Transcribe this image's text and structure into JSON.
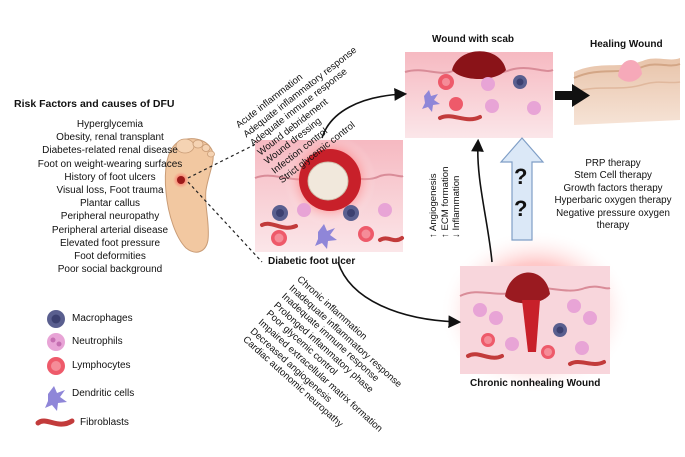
{
  "risk": {
    "title": "Risk Factors and causes of DFU",
    "items": [
      "Hyperglycemia",
      "Obesity, renal transplant",
      "Diabetes-related renal disease",
      "Foot on weight-wearing surfaces",
      "History of foot ulcers",
      "Visual loss, Foot trauma",
      "Plantar callus",
      "Peripheral neuropathy",
      "Peripheral arterial disease",
      "Elevated foot pressure",
      "Foot deformities",
      "Poor social background"
    ]
  },
  "legend": {
    "macrophages": "Macrophages",
    "neutrophils": "Neutrophils",
    "lymphocytes": "Lymphocytes",
    "dendritic": "Dendritic cells",
    "fibroblasts": "Fibroblasts"
  },
  "labels": {
    "diabetic_foot_ulcer": "Diabetic foot ulcer",
    "wound_with_scab": "Wound with scab",
    "healing_wound": "Healing Wound",
    "chronic_wound": "Chronic nonhealing Wound"
  },
  "healing_factors": [
    "Acute inflammation",
    "Adequate inflammatory response",
    "Adequate immune response",
    "Wound debridement",
    "Wound dressing",
    "Infection control",
    "Strict glycemic control"
  ],
  "chronic_factors": [
    "Chronic inflammation",
    "Inadequate inflammatory response",
    "Inadequate immune response",
    "Prolonged inflammatory phase",
    "Poor glycemic control",
    "Impaired extracellular matrix formation",
    "Decreased angiogenesis",
    "Cardiac autonomic neuropathy"
  ],
  "healing_process": [
    "↑ Angiogenesis",
    "↑ ECM formation",
    "↓ Inflammation"
  ],
  "question_marks": [
    "?",
    "?"
  ],
  "therapies": [
    "PRP therapy",
    "Stem Cell therapy",
    "Growth factors therapy",
    "Hyperbaric oxygen therapy",
    "Negative pressure oxygen therapy"
  ],
  "colors": {
    "macrophage": "#5a5f8f",
    "neutrophil": "#e8a4d6",
    "lymphocyte": "#ee5a6a",
    "dendritic": "#8f86d8",
    "fibroblast": "#c23b3b",
    "skin": "#f4c7ce",
    "foot": "#f2c8a1",
    "arrow": "#111111",
    "up_arrow_fill": "#dbe8f7",
    "up_arrow_stroke": "#7f9ec6"
  }
}
